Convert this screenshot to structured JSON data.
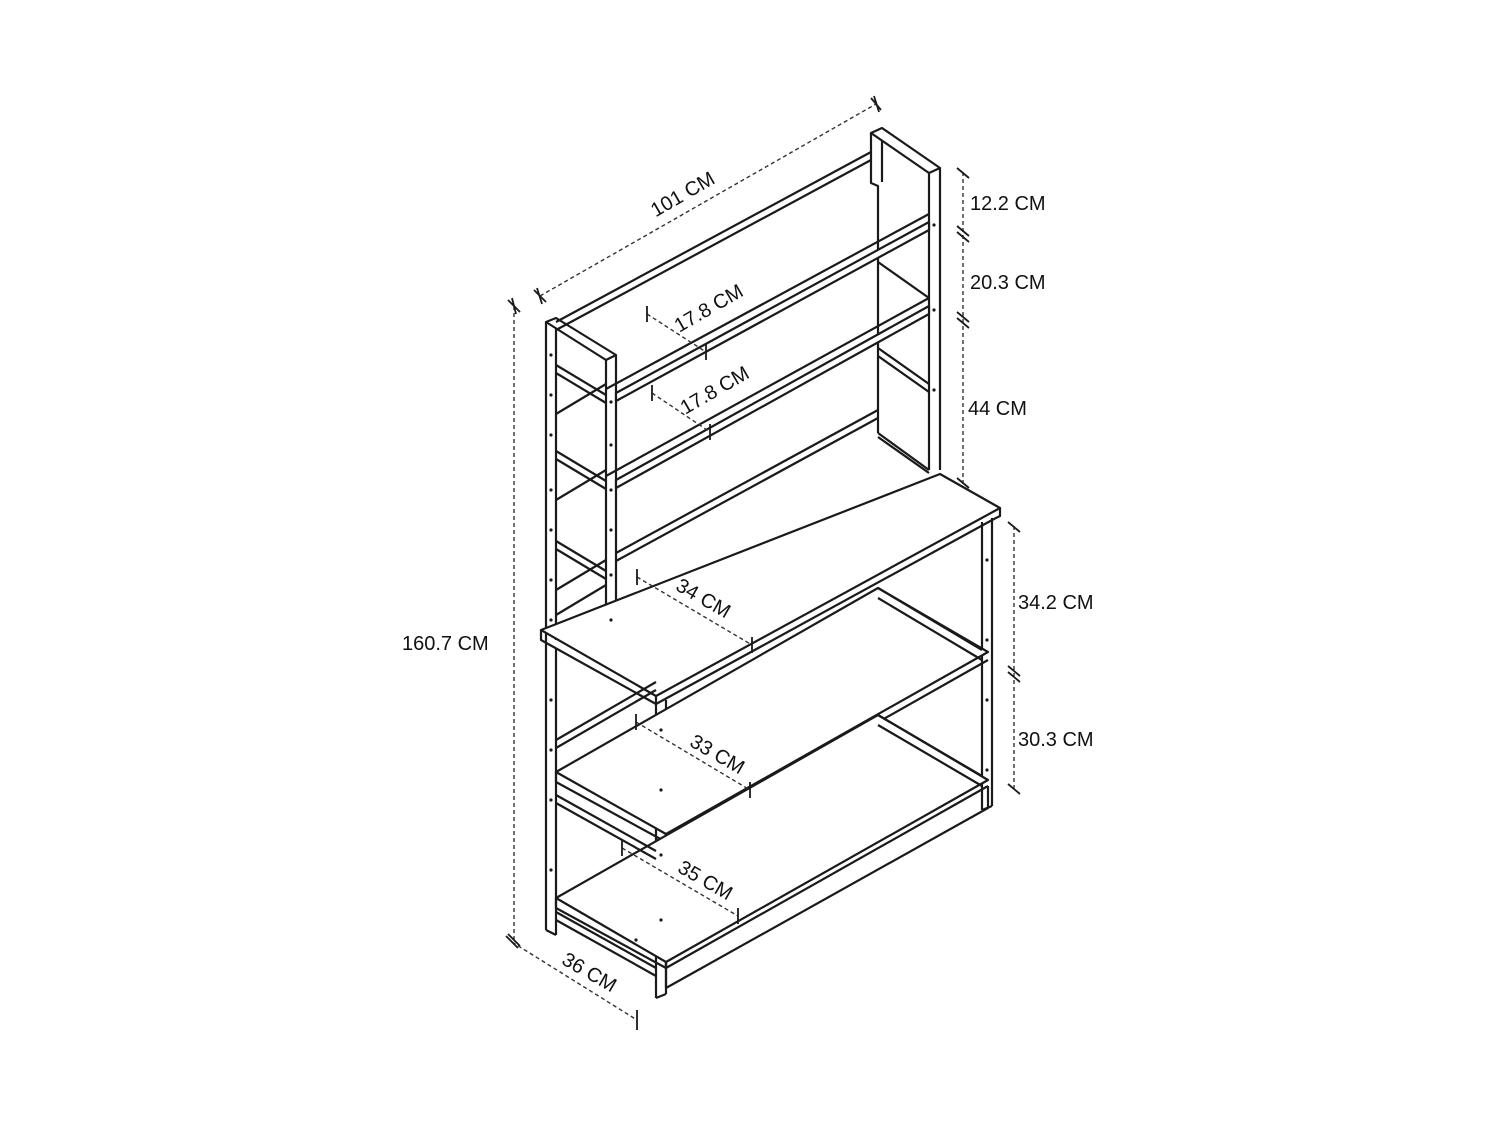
{
  "labels": {
    "top_width": "101 CM",
    "upper_gap": "12.2 CM",
    "middle_gap": "20.3 CM",
    "hutch_height": "44 CM",
    "upper_shelf_depth": "17.8 CM",
    "lower_hutch_shelf_depth": "17.8 CM",
    "desk_depth": "34 CM",
    "total_height": "160.7 CM",
    "lower_gap_1": "34.2 CM",
    "lower_gap_2": "30.3 CM",
    "middle_shelf_depth": "33 CM",
    "bottom_shelf_depth": "35 CM",
    "base_depth": "36 CM"
  },
  "colors": {
    "line": "#1a1a1a",
    "background": "#ffffff"
  }
}
